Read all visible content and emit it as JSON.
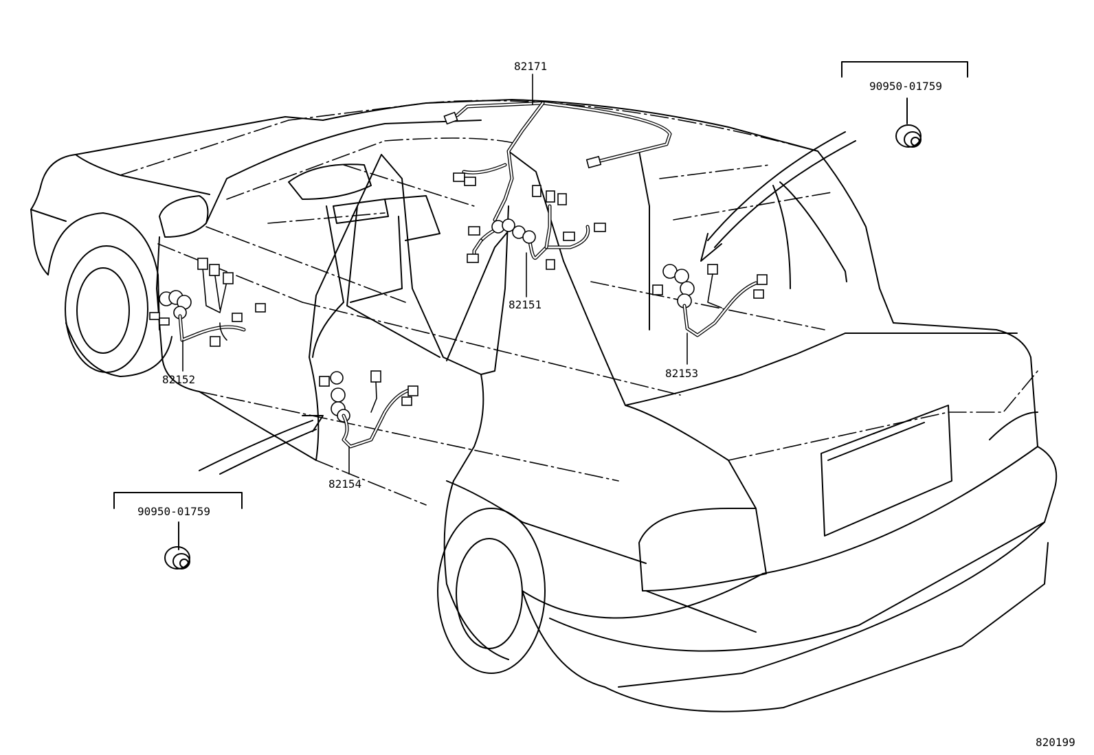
{
  "labels": {
    "roof_harness": "82171",
    "front_left_door_harness": "82152",
    "center_harness": "82151",
    "rear_right_harness": "82153",
    "rear_left_door_harness": "82154",
    "grommet_top_right": "90950-01759",
    "grommet_bottom_left": "90950-01759",
    "diagram_id": "820199"
  }
}
